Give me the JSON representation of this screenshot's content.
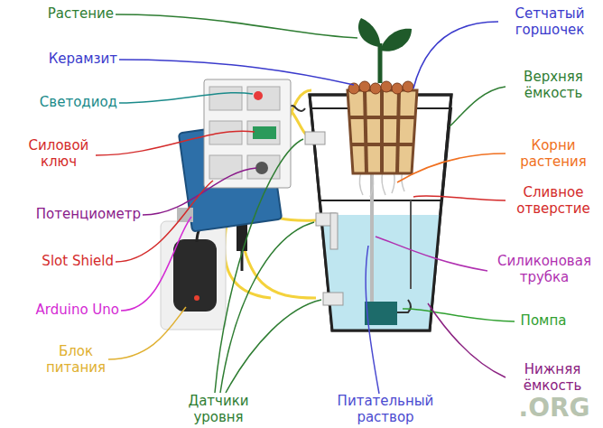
{
  "diagram": {
    "labels": [
      "Растение",
      "Керамзит",
      "Светодиод",
      "Силовой ключ",
      "Потенциометр",
      "Slot Shield",
      "Arduino Uno",
      "Блок питания",
      "Датчики уровня",
      "Питательный раствор",
      "Сетчатый горшочек",
      "Верхняя ёмкость",
      "Корни растения",
      "Сливное отверстие",
      "Силиконовая трубка",
      "Помпа",
      "Нижняя ёмкость",
      ".ORG"
    ]
  }
}
